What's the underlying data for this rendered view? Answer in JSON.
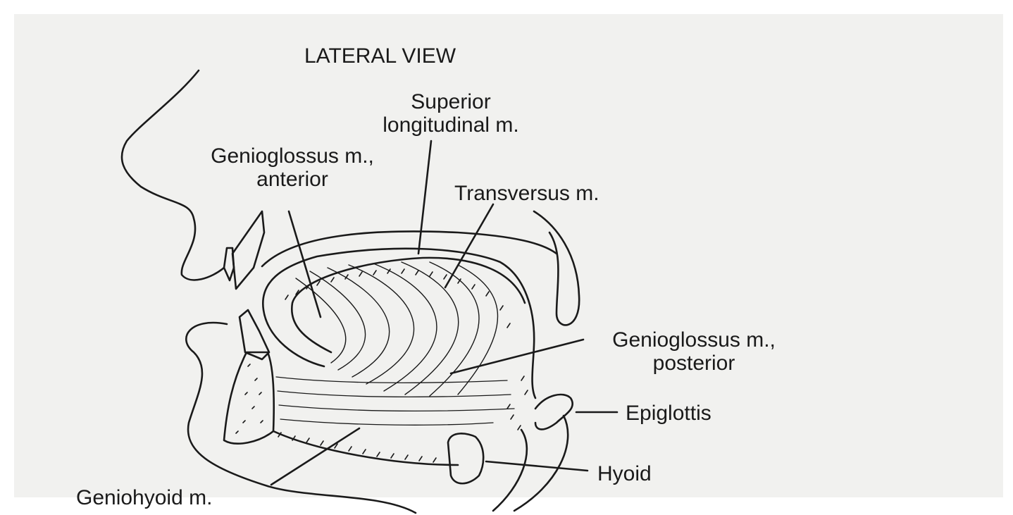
{
  "title": "LATERAL VIEW",
  "labels": {
    "superior_longitudinal": [
      "Superior",
      "longitudinal m."
    ],
    "genioglossus_anterior": [
      "Genioglossus m.,",
      "anterior"
    ],
    "transversus": "Transversus m.",
    "genioglossus_posterior": [
      "Genioglossus m.,",
      "posterior"
    ],
    "epiglottis": "Epiglottis",
    "hyoid": "Hyoid",
    "geniohyoid": "Geniohyoid m."
  },
  "colors": {
    "ink": "#1a1a1a",
    "paper": "#f1f1ef"
  }
}
